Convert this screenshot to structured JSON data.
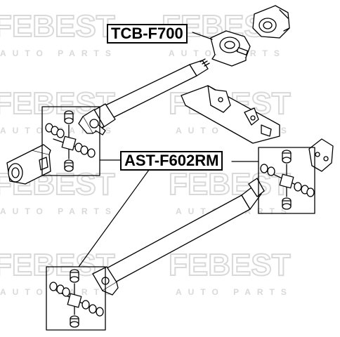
{
  "watermark": {
    "brand": "FEBEST",
    "sub": "AUTO PARTS"
  },
  "callouts": {
    "tcb": "TCB-F700",
    "ast": "AST-F602RM"
  },
  "colors": {
    "line": "#000000",
    "watermark": "#d9d9d9",
    "background": "#ffffff"
  }
}
